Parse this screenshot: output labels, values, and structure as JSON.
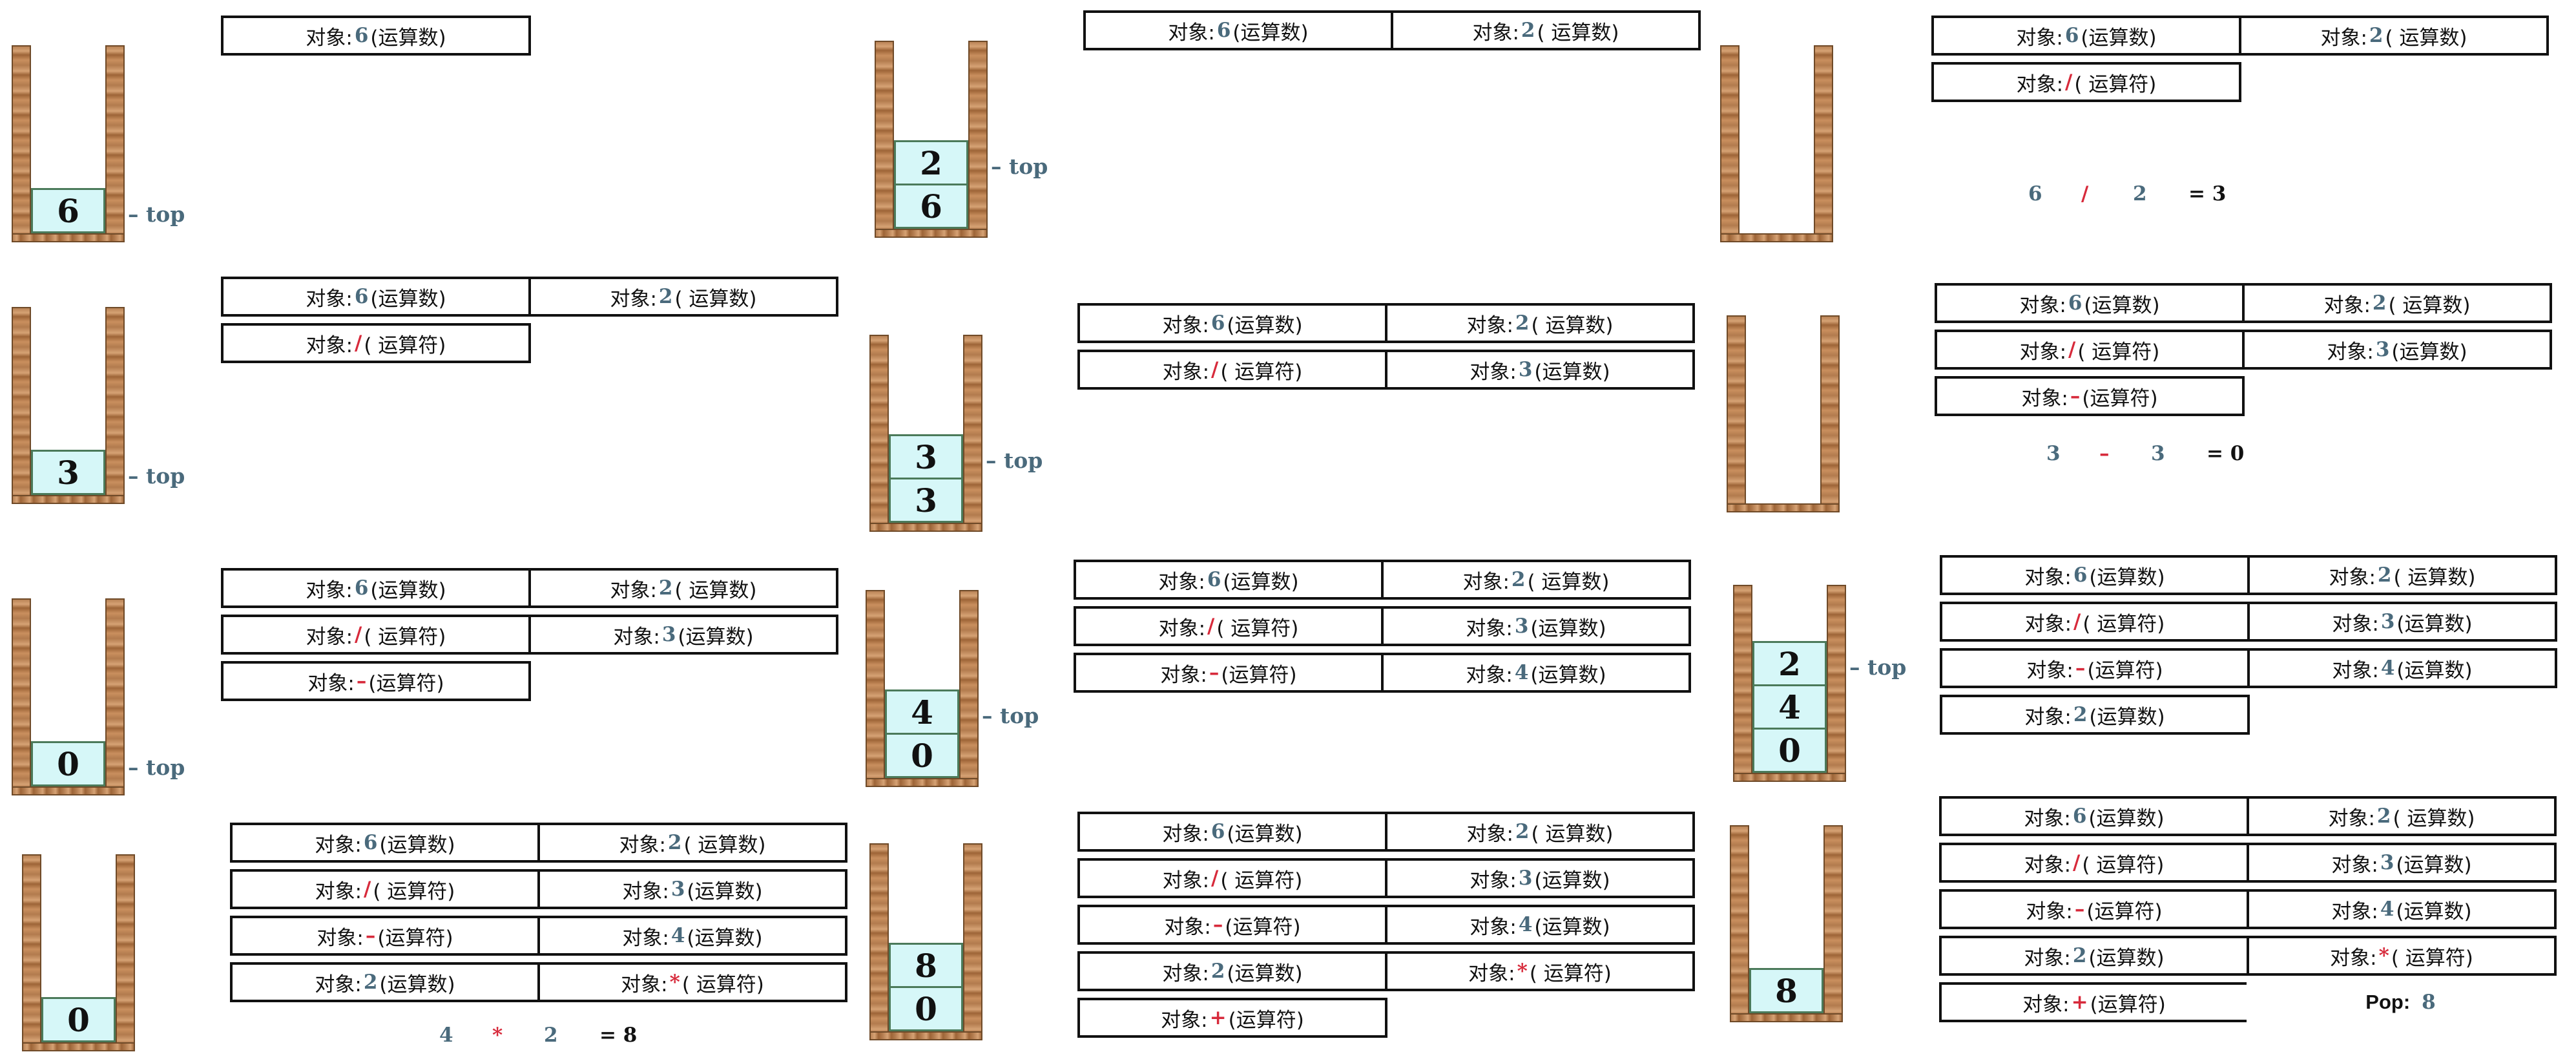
{
  "labels": {
    "object_prefix": "对象: ",
    "top_label": "top",
    "pop_label": "Pop:"
  },
  "colors": {
    "number": "#4a6a7c",
    "operator": "#d72a3b"
  },
  "panels": [
    {
      "id": "p1",
      "stack": [
        "6"
      ],
      "top": true,
      "rows": [
        [
          {
            "val": "6",
            "type": "num",
            "kind": "(运算数)"
          }
        ]
      ]
    },
    {
      "id": "p2",
      "stack": [
        "6",
        "2"
      ],
      "top": true,
      "rows": [
        [
          {
            "val": "6",
            "type": "num",
            "kind": "(运算数)"
          },
          {
            "val": "2",
            "type": "num",
            "kind": "( 运算数)"
          }
        ]
      ]
    },
    {
      "id": "p3",
      "stack": [],
      "top": false,
      "rows": [
        [
          {
            "val": "6",
            "type": "num",
            "kind": "(运算数)"
          },
          {
            "val": "2",
            "type": "num",
            "kind": "( 运算数)"
          }
        ],
        [
          {
            "val": "/",
            "type": "op",
            "kind": "( 运算符)"
          }
        ]
      ],
      "expr": [
        "6",
        "/",
        "2",
        "= 3"
      ]
    },
    {
      "id": "p4",
      "stack": [
        "3"
      ],
      "top": true,
      "rows": [
        [
          {
            "val": "6",
            "type": "num",
            "kind": "(运算数)"
          },
          {
            "val": "2",
            "type": "num",
            "kind": "( 运算数)"
          }
        ],
        [
          {
            "val": "/",
            "type": "op",
            "kind": "( 运算符)"
          }
        ]
      ]
    },
    {
      "id": "p5",
      "stack": [
        "3",
        "3"
      ],
      "top": true,
      "rows": [
        [
          {
            "val": "6",
            "type": "num",
            "kind": "(运算数)"
          },
          {
            "val": "2",
            "type": "num",
            "kind": "( 运算数)"
          }
        ],
        [
          {
            "val": "/",
            "type": "op",
            "kind": "( 运算符)"
          },
          {
            "val": "3",
            "type": "num",
            "kind": "(运算数)"
          }
        ]
      ]
    },
    {
      "id": "p6",
      "stack": [],
      "top": false,
      "rows": [
        [
          {
            "val": "6",
            "type": "num",
            "kind": "(运算数)"
          },
          {
            "val": "2",
            "type": "num",
            "kind": "( 运算数)"
          }
        ],
        [
          {
            "val": "/",
            "type": "op",
            "kind": "( 运算符)"
          },
          {
            "val": "3",
            "type": "num",
            "kind": "(运算数)"
          }
        ],
        [
          {
            "val": "–",
            "type": "op",
            "kind": "(运算符)"
          }
        ]
      ],
      "expr": [
        "3",
        "–",
        "3",
        "= 0"
      ]
    },
    {
      "id": "p7",
      "stack": [
        "0"
      ],
      "top": true,
      "rows": [
        [
          {
            "val": "6",
            "type": "num",
            "kind": "(运算数)"
          },
          {
            "val": "2",
            "type": "num",
            "kind": "( 运算数)"
          }
        ],
        [
          {
            "val": "/",
            "type": "op",
            "kind": "( 运算符)"
          },
          {
            "val": "3",
            "type": "num",
            "kind": "(运算数)"
          }
        ],
        [
          {
            "val": "–",
            "type": "op",
            "kind": "(运算符)"
          }
        ]
      ]
    },
    {
      "id": "p8",
      "stack": [
        "0",
        "4"
      ],
      "top": true,
      "rows": [
        [
          {
            "val": "6",
            "type": "num",
            "kind": "(运算数)"
          },
          {
            "val": "2",
            "type": "num",
            "kind": "( 运算数)"
          }
        ],
        [
          {
            "val": "/",
            "type": "op",
            "kind": "( 运算符)"
          },
          {
            "val": "3",
            "type": "num",
            "kind": "(运算数)"
          }
        ],
        [
          {
            "val": "–",
            "type": "op",
            "kind": "(运算符)"
          },
          {
            "val": "4",
            "type": "num",
            "kind": "(运算数)"
          }
        ]
      ]
    },
    {
      "id": "p9",
      "stack": [
        "0",
        "4",
        "2"
      ],
      "top": true,
      "rows": [
        [
          {
            "val": "6",
            "type": "num",
            "kind": "(运算数)"
          },
          {
            "val": "2",
            "type": "num",
            "kind": "( 运算数)"
          }
        ],
        [
          {
            "val": "/",
            "type": "op",
            "kind": "( 运算符)"
          },
          {
            "val": "3",
            "type": "num",
            "kind": "(运算数)"
          }
        ],
        [
          {
            "val": "–",
            "type": "op",
            "kind": "(运算符)"
          },
          {
            "val": "4",
            "type": "num",
            "kind": "(运算数)"
          }
        ],
        [
          {
            "val": "2",
            "type": "num",
            "kind": "(运算数)"
          }
        ]
      ]
    },
    {
      "id": "p10",
      "stack": [
        "0"
      ],
      "top": false,
      "rows": [
        [
          {
            "val": "6",
            "type": "num",
            "kind": "(运算数)"
          },
          {
            "val": "2",
            "type": "num",
            "kind": "( 运算数)"
          }
        ],
        [
          {
            "val": "/",
            "type": "op",
            "kind": "( 运算符)"
          },
          {
            "val": "3",
            "type": "num",
            "kind": "(运算数)"
          }
        ],
        [
          {
            "val": "–",
            "type": "op",
            "kind": "(运算符)"
          },
          {
            "val": "4",
            "type": "num",
            "kind": "(运算数)"
          }
        ],
        [
          {
            "val": "2",
            "type": "num",
            "kind": "(运算数)"
          },
          {
            "val": "*",
            "type": "op",
            "kind": "( 运算符)"
          }
        ]
      ],
      "expr": [
        "4",
        "*",
        "2",
        "= 8"
      ]
    },
    {
      "id": "p11",
      "stack": [
        "0",
        "8"
      ],
      "top": false,
      "rows": [
        [
          {
            "val": "6",
            "type": "num",
            "kind": "(运算数)"
          },
          {
            "val": "2",
            "type": "num",
            "kind": "( 运算数)"
          }
        ],
        [
          {
            "val": "/",
            "type": "op",
            "kind": "( 运算符)"
          },
          {
            "val": "3",
            "type": "num",
            "kind": "(运算数)"
          }
        ],
        [
          {
            "val": "–",
            "type": "op",
            "kind": "(运算符)"
          },
          {
            "val": "4",
            "type": "num",
            "kind": "(运算数)"
          }
        ],
        [
          {
            "val": "2",
            "type": "num",
            "kind": "(运算数)"
          },
          {
            "val": "*",
            "type": "op",
            "kind": "( 运算符)"
          }
        ],
        [
          {
            "val": "+",
            "type": "op",
            "kind": "(运算符)"
          }
        ]
      ]
    },
    {
      "id": "p12",
      "stack": [
        "8"
      ],
      "top": false,
      "rows": [
        [
          {
            "val": "6",
            "type": "num",
            "kind": "(运算数)"
          },
          {
            "val": "2",
            "type": "num",
            "kind": "( 运算数)"
          }
        ],
        [
          {
            "val": "/",
            "type": "op",
            "kind": "( 运算符)"
          },
          {
            "val": "3",
            "type": "num",
            "kind": "(运算数)"
          }
        ],
        [
          {
            "val": "–",
            "type": "op",
            "kind": "(运算符)"
          },
          {
            "val": "4",
            "type": "num",
            "kind": "(运算数)"
          }
        ],
        [
          {
            "val": "2",
            "type": "num",
            "kind": "(运算数)"
          },
          {
            "val": "*",
            "type": "op",
            "kind": "( 运算符)"
          }
        ],
        [
          {
            "val": "+",
            "type": "op",
            "kind": "(运算符)"
          }
        ]
      ],
      "pop": "8"
    }
  ]
}
